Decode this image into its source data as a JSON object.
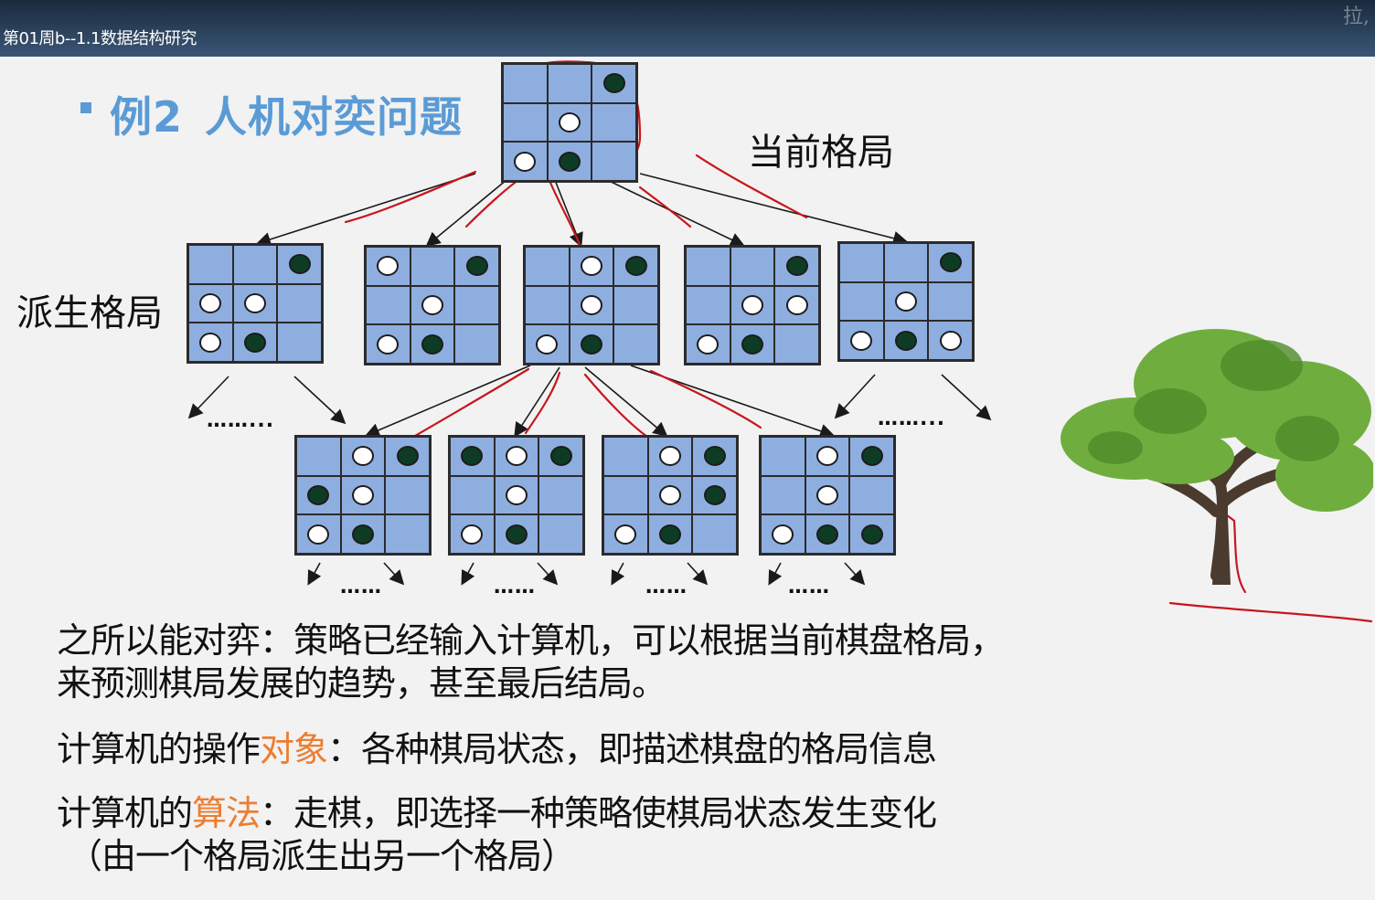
{
  "window": {
    "title": "第01周b--1.1数据结构研究",
    "watermark": "拉,"
  },
  "slide": {
    "heading_num": "例2",
    "heading_title": "人机对奕问题",
    "label_current": "当前格局",
    "label_derived": "派生格局",
    "ellipsis_long": "……...",
    "ellipsis_short": "……",
    "para1_line1": "之所以能对弈：策略已经输入计算机，可以根据当前棋盘格局，",
    "para1_line2": "来预测棋局发展的趋势，甚至最后结局。",
    "para2_prefix": "计算机的操作",
    "para2_highlight": "对象",
    "para2_suffix": "：各种棋局状态，即描述棋盘的格局信息",
    "para3_prefix": "计算机的",
    "para3_highlight": "算法",
    "para3_suffix": "：走棋，即选择一种策略使棋局状态发生变化",
    "para3_line2": "（由一个格局派生出另一个格局）",
    "accent_color": "#5b9bd5",
    "highlight_color": "#ed7d31"
  },
  "boards": [
    {
      "name": "current",
      "cells": [
        "",
        "",
        "B",
        "",
        "W",
        "",
        "W",
        "B",
        ""
      ]
    },
    {
      "name": "derived-1",
      "cells": [
        "",
        "",
        "B",
        "W",
        "W",
        "",
        "W",
        "B",
        ""
      ]
    },
    {
      "name": "derived-2",
      "cells": [
        "W",
        "",
        "B",
        "",
        "W",
        "",
        "W",
        "B",
        ""
      ]
    },
    {
      "name": "derived-3",
      "cells": [
        "",
        "W",
        "B",
        "",
        "W",
        "",
        "W",
        "B",
        ""
      ]
    },
    {
      "name": "derived-4",
      "cells": [
        "",
        "",
        "B",
        "",
        "W",
        "W",
        "W",
        "B",
        ""
      ]
    },
    {
      "name": "derived-5",
      "cells": [
        "",
        "",
        "B",
        "",
        "W",
        "",
        "W",
        "B",
        "W"
      ]
    },
    {
      "name": "next-1",
      "cells": [
        "",
        "W",
        "B",
        "B",
        "W",
        "",
        "W",
        "B",
        ""
      ]
    },
    {
      "name": "next-2",
      "cells": [
        "B",
        "W",
        "B",
        "",
        "W",
        "",
        "W",
        "B",
        ""
      ]
    },
    {
      "name": "next-3",
      "cells": [
        "",
        "W",
        "B",
        "",
        "W",
        "B",
        "W",
        "B",
        ""
      ]
    },
    {
      "name": "next-4",
      "cells": [
        "",
        "W",
        "B",
        "",
        "W",
        "",
        "W",
        "B",
        "B"
      ]
    }
  ]
}
